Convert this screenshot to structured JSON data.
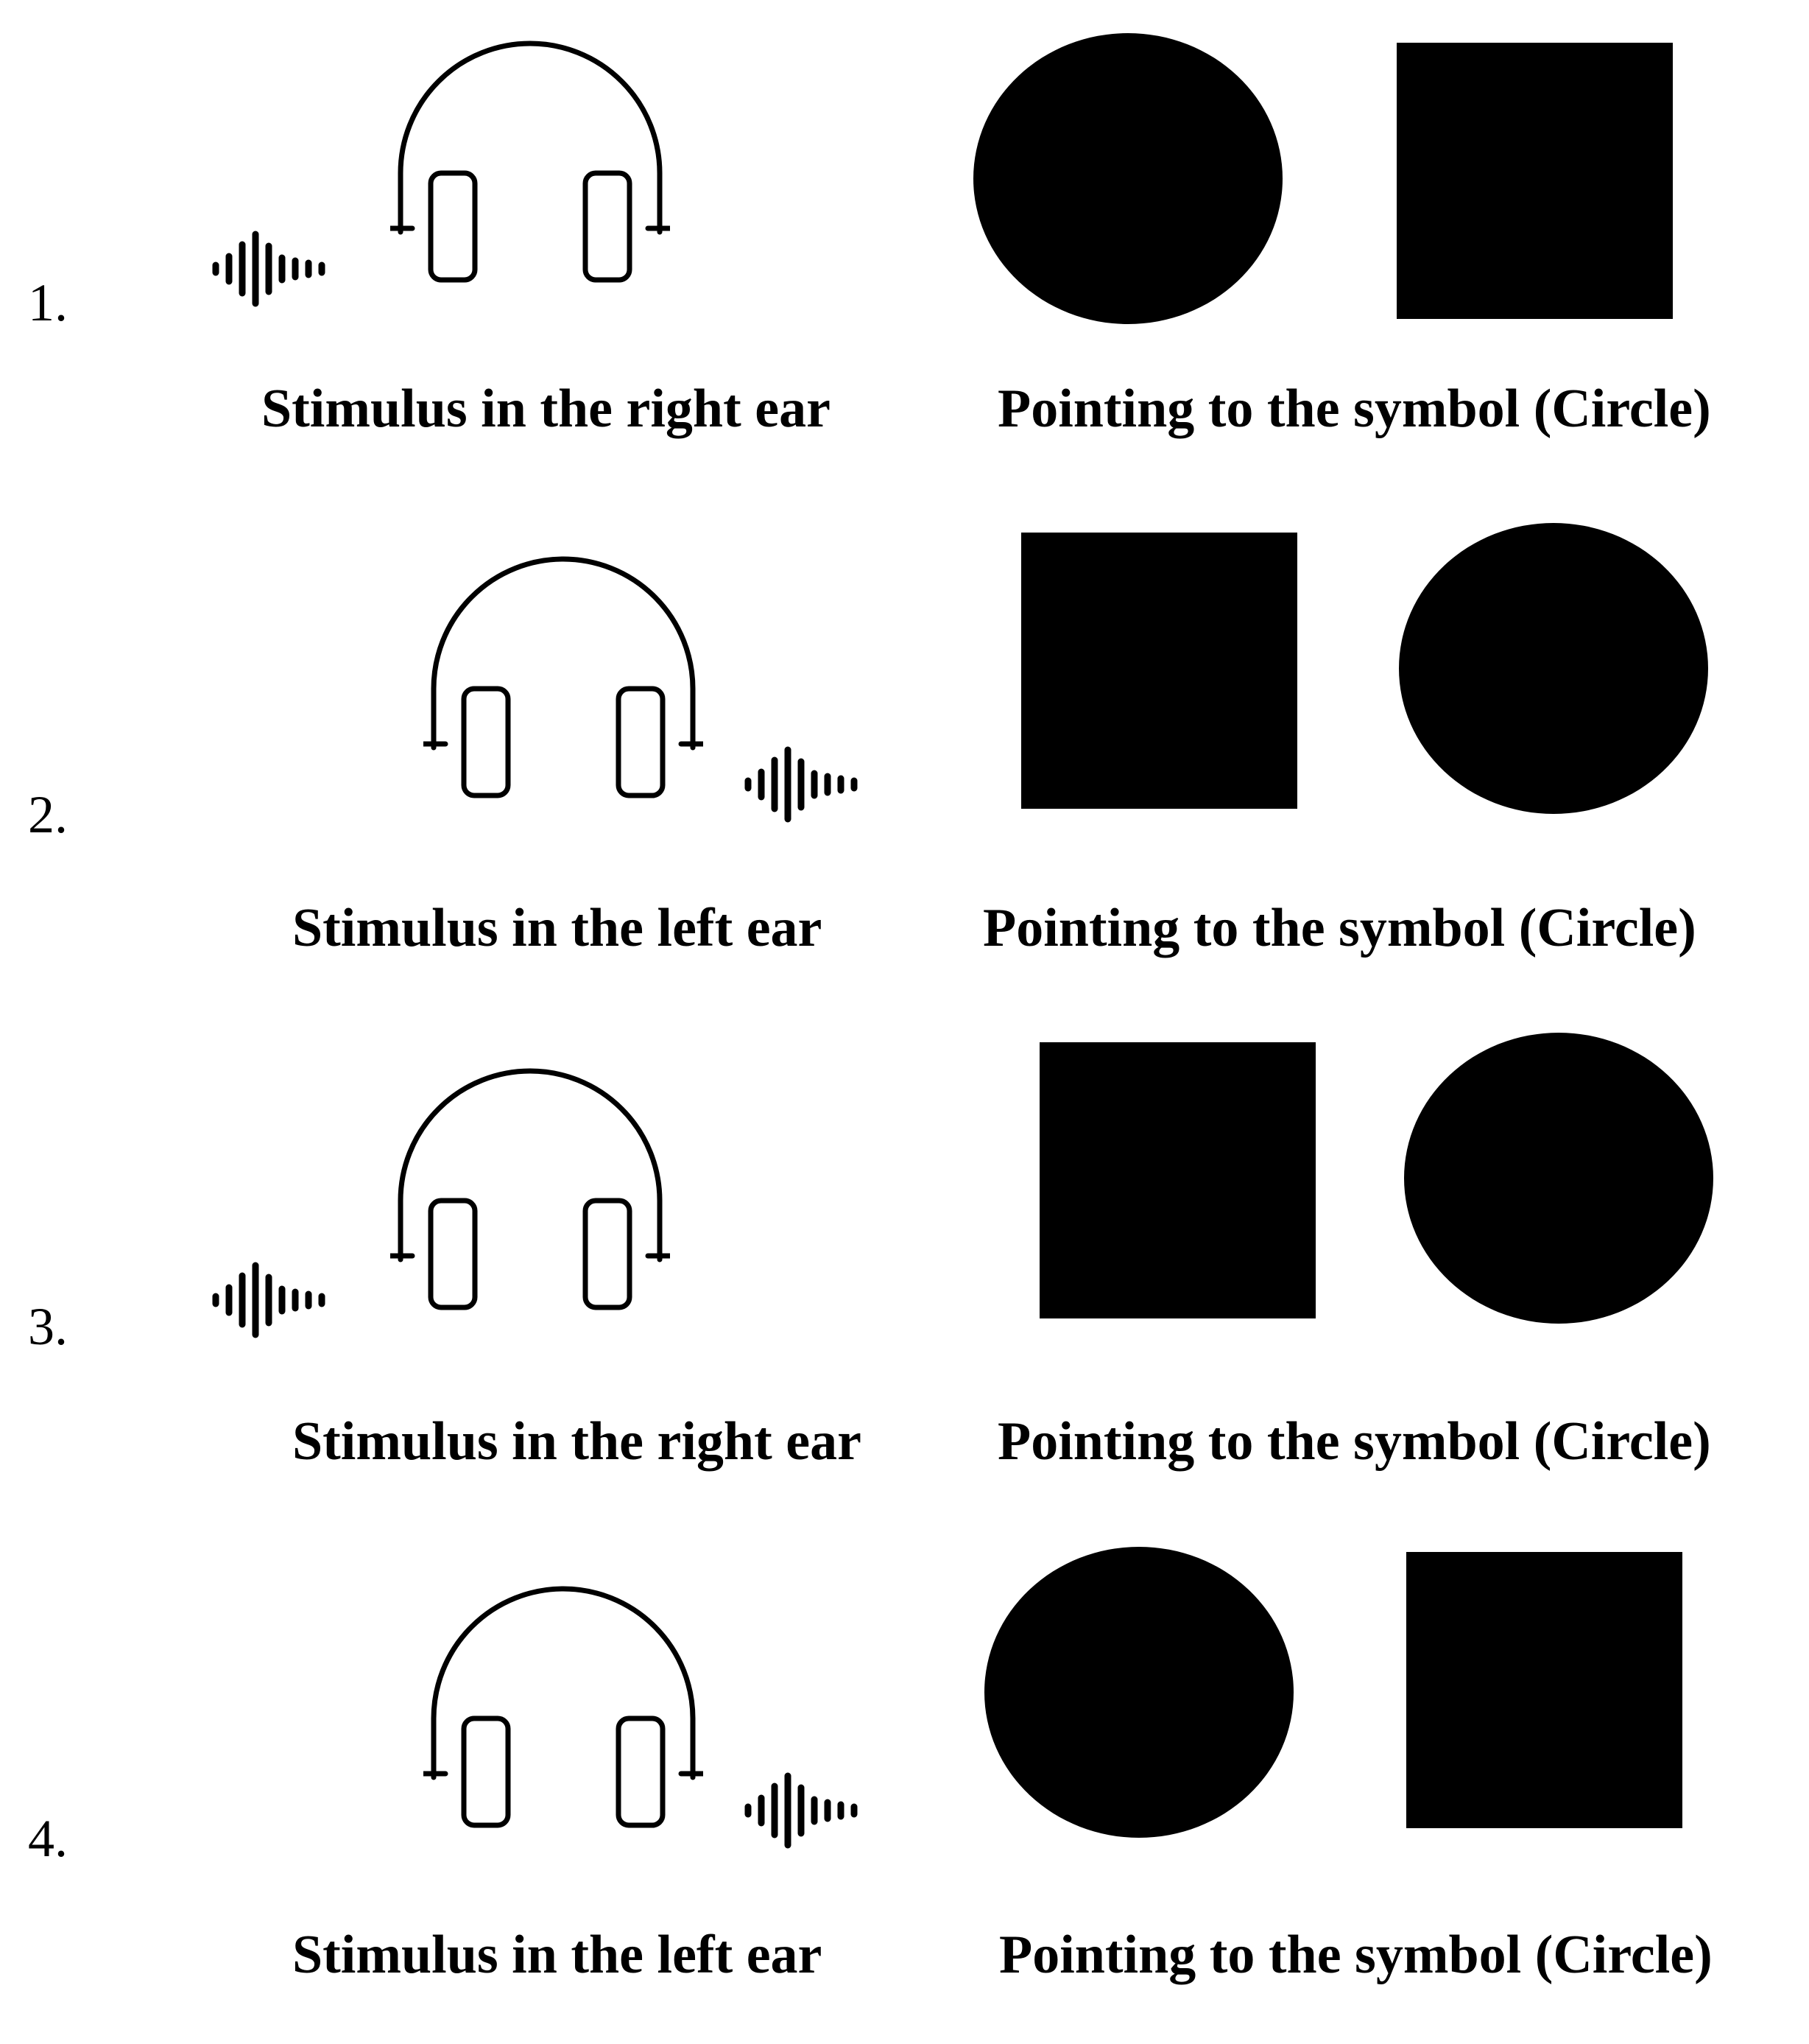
{
  "trials": [
    {
      "number": "1.",
      "stimulus_label": "Stimulus in the right ear",
      "response_label": "Pointing to the symbol (Circle)",
      "wave_side": "left",
      "symbols": [
        "circle",
        "square"
      ]
    },
    {
      "number": "2.",
      "stimulus_label": "Stimulus in the left ear",
      "response_label": "Pointing to the symbol (Circle)",
      "wave_side": "right",
      "symbols": [
        "square",
        "circle"
      ]
    },
    {
      "number": "3.",
      "stimulus_label": "Stimulus in the right ear",
      "response_label": "Pointing to the symbol (Circle)",
      "wave_side": "left",
      "symbols": [
        "square",
        "circle"
      ]
    },
    {
      "number": "4.",
      "stimulus_label": "Stimulus in the left ear",
      "response_label": "Pointing to the symbol (Circle)",
      "wave_side": "right",
      "symbols": [
        "circle",
        "square"
      ]
    }
  ],
  "colors": {
    "ink": "#000000",
    "background": "#ffffff"
  },
  "icons": [
    "headphones-icon",
    "sound-wave-icon",
    "circle-symbol",
    "square-symbol"
  ]
}
